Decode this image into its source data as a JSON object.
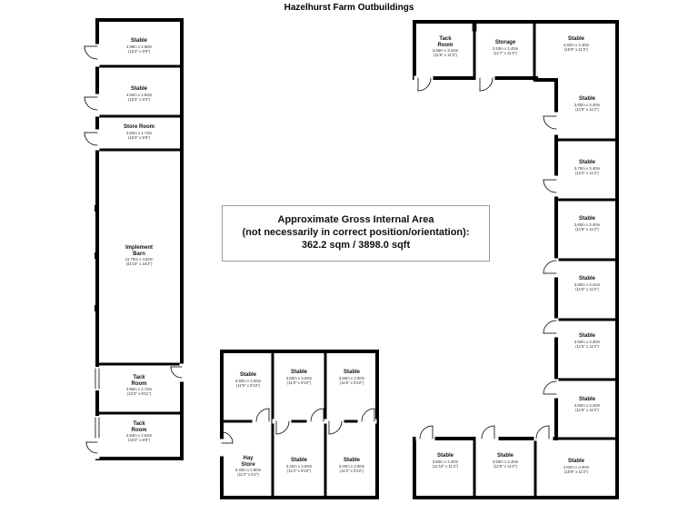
{
  "title": "Hazelhurst Farm Outbuildings",
  "area_note": {
    "line1": "Approximate Gross Internal Area",
    "line2": "(not necessarily in correct position/orientation):",
    "line3": "362.2 sqm / 3898.0 sqft"
  },
  "rooms": [
    {
      "name": "Stable",
      "d1": "4.98m x 2.98m",
      "d2": "(16'2\" x 9'9\")"
    },
    {
      "name": "Stable",
      "d1": "4.94m x 2.82m",
      "d2": "(16'3\" x 9'3\")"
    },
    {
      "name": "Store Room",
      "d1": "4.94m x 1.73m",
      "d2": "(16'2\" x 5'8\")"
    },
    {
      "name": "Implement Barn",
      "d1": "12.76m x 4.94m",
      "d2": "(41'10\" x 16'2\")"
    },
    {
      "name": "Tack Room",
      "d1": "4.96m x 2.72m",
      "d2": "(16'3\" x 8'11\")"
    },
    {
      "name": "Tack Room",
      "d1": "4.94m x 2.64m",
      "d2": "(16'2\" x 8'8\")"
    },
    {
      "name": "Tack Room",
      "d1": "3.56m x 3.42m",
      "d2": "(11'8\" x 11'3\")"
    },
    {
      "name": "Storage",
      "d1": "3.53m x 3.40m",
      "d2": "(11'7\" x 11'2\")"
    },
    {
      "name": "Stable",
      "d1": "4.82m x 3.40m",
      "d2": "(15'9\" x 11'2\")"
    },
    {
      "name": "Stable",
      "d1": "3.60m x 3.40m",
      "d2": "(11'9\" x 11'2\")"
    },
    {
      "name": "Stable",
      "d1": "3.70m x 3.40m",
      "d2": "(12'2\" x 11'2\")"
    },
    {
      "name": "Stable",
      "d1": "3.60m x 3.40m",
      "d2": "(11'8\" x 11'2\")"
    },
    {
      "name": "Stable",
      "d1": "3.50m x 3.41m",
      "d2": "(11'6\" x 11'2\")"
    },
    {
      "name": "Stable",
      "d1": "3.50m x 3.40m",
      "d2": "(11'6\" x 11'2\")"
    },
    {
      "name": "Stable",
      "d1": "3.60m x 3.40m",
      "d2": "(11'8\" x 11'2\")"
    },
    {
      "name": "Stable",
      "d1": "3.60m x 3.40m",
      "d2": "(11'10\" x 11'2\")"
    },
    {
      "name": "Stable",
      "d1": "3.50m x 3.40m",
      "d2": "(11'6\" x 11'2\")"
    },
    {
      "name": "Stable",
      "d1": "4.82m x 3.40m",
      "d2": "(15'9\" x 11'2\")"
    },
    {
      "name": "Stable",
      "d1": "3.50m x 3.00m",
      "d2": "(11'6\" x 9'10\")"
    },
    {
      "name": "Stable",
      "d1": "3.60m x 3.00m",
      "d2": "(11'9\" x 9'10\")"
    },
    {
      "name": "Stable",
      "d1": "3.50m x 3.00m",
      "d2": "(11'6\" x 9'10\")"
    },
    {
      "name": "Hay Store",
      "d1": "3.40m x 2.80m",
      "d2": "(11'2\" x 9'2\")"
    },
    {
      "name": "Stable",
      "d1": "3.40m x 3.00m",
      "d2": "(11'2\" x 9'10\")"
    },
    {
      "name": "Stable",
      "d1": "3.40m x 3.00m",
      "d2": "(11'2\" x 9'10\")"
    }
  ]
}
